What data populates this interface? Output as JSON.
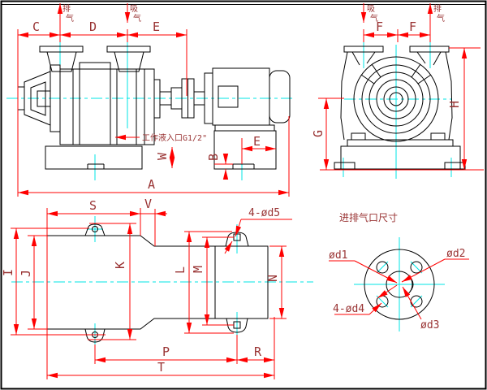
{
  "colors": {
    "dimension_lines": "#ff0000",
    "label_text": "#993333",
    "centerlines": "#00e5e5",
    "outlines": "#000000",
    "background": "#ffffff"
  },
  "side_view": {
    "exhaust": [
      "排",
      "气"
    ],
    "suction": [
      "吸",
      "气"
    ],
    "dim_c": "C",
    "dim_d": "D",
    "dim_e": "E",
    "dim_a": "A",
    "dim_w": "W",
    "dim_b": "B",
    "dim_e2": "E",
    "inlet": "工作液入口G1/2\""
  },
  "front_view": {
    "suction": [
      "吸",
      "气"
    ],
    "exhaust": [
      "排",
      "气"
    ],
    "dim_f1": "F",
    "dim_f2": "F",
    "dim_g": "G",
    "dim_h": "H"
  },
  "plan_view": {
    "dim_s": "S",
    "dim_v": "V",
    "dim_i": "I",
    "dim_j": "J",
    "dim_k": "K",
    "dim_l": "L",
    "dim_m": "M",
    "dim_n": "N",
    "dim_p": "P",
    "dim_r": "R",
    "dim_t": "T",
    "holes": "4-ød5"
  },
  "flange_view": {
    "title": "进排气口尺寸",
    "d1": "ød1",
    "d2": "ød2",
    "d3": "ød3",
    "d4": "4-ød4"
  }
}
